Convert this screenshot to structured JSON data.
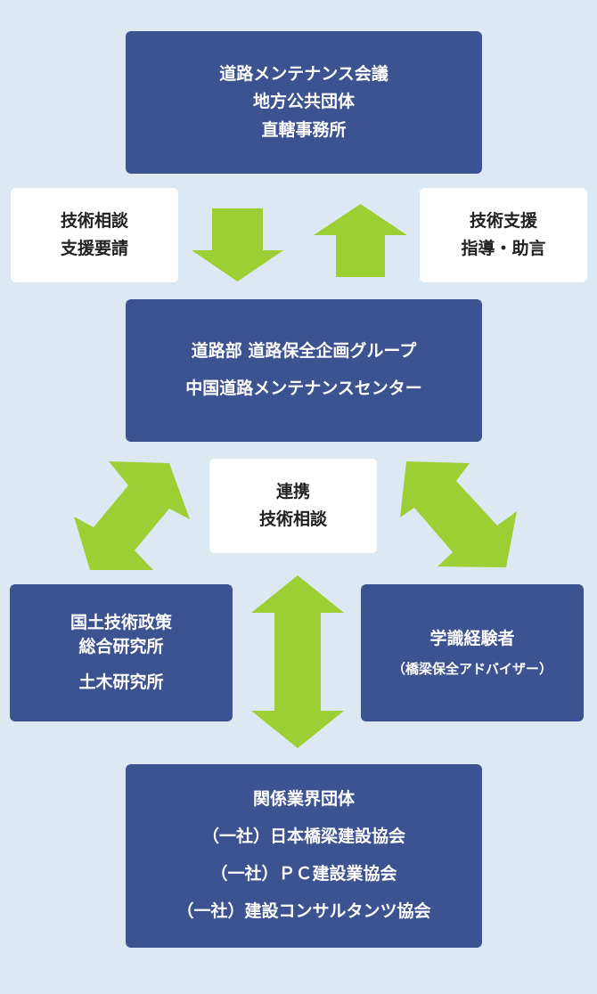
{
  "colors": {
    "background": "#dde9f2",
    "navy": "#3d5290",
    "arrow": "#9ccf33",
    "white": "#ffffff"
  },
  "boxes": {
    "top": {
      "lines": [
        "道路メンテナンス会議",
        "地方公共団体",
        "直轄事務所"
      ]
    },
    "consult_request": {
      "lines": [
        "技術相談",
        "支援要請"
      ]
    },
    "tech_support": {
      "lines": [
        "技術支援",
        "指導・助言"
      ]
    },
    "center": {
      "lines": [
        "道路部 道路保全企画グループ",
        "中国道路メンテナンスセンター"
      ]
    },
    "cooperation": {
      "lines": [
        "連携",
        "技術相談"
      ]
    },
    "nilim": {
      "lines": [
        "国土技術政策",
        "総合研究所",
        "土木研究所"
      ]
    },
    "experts": {
      "lines": [
        "学識経験者",
        "（橋梁保全アドバイザー）"
      ]
    },
    "industry": {
      "lines": [
        "関係業界団体",
        "（一社）日本橋梁建設協会",
        "（一社）ＰＣ建設業協会",
        "（一社）建設コンサルタンツ協会"
      ]
    }
  }
}
